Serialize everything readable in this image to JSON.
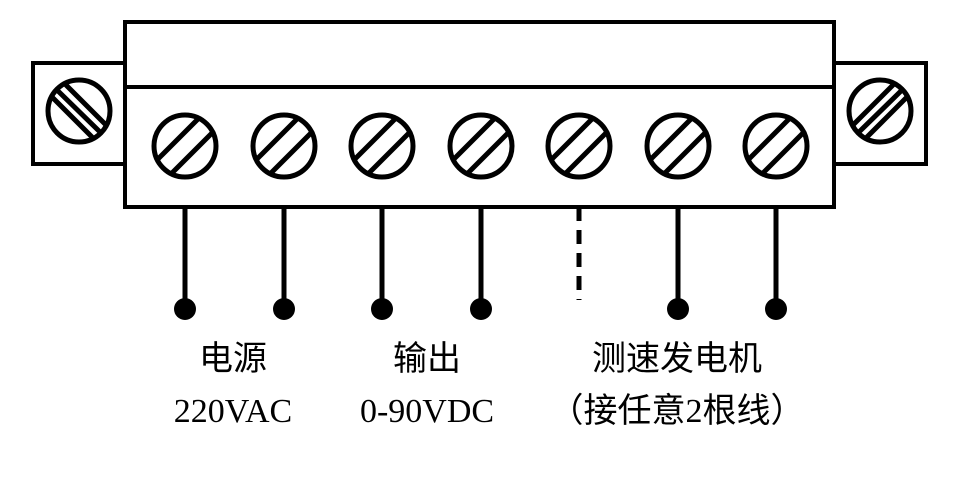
{
  "diagram": {
    "groups": [
      {
        "id": "power",
        "title": "电源",
        "subtitle": "220VAC"
      },
      {
        "id": "output",
        "title": "输出",
        "subtitle": "0-90VDC"
      },
      {
        "id": "tach",
        "title": "测速发电机",
        "subtitle": "（接任意2根线）"
      }
    ],
    "terminals": [
      {
        "index": 1,
        "group": "power",
        "wire": "solid"
      },
      {
        "index": 2,
        "group": "power",
        "wire": "solid"
      },
      {
        "index": 3,
        "group": "output",
        "wire": "solid"
      },
      {
        "index": 4,
        "group": "output",
        "wire": "solid"
      },
      {
        "index": 5,
        "group": "tach",
        "wire": "dashed"
      },
      {
        "index": 6,
        "group": "tach",
        "wire": "solid"
      },
      {
        "index": 7,
        "group": "tach",
        "wire": "solid"
      }
    ],
    "colors": {
      "stroke": "#000000",
      "background": "#ffffff"
    }
  }
}
